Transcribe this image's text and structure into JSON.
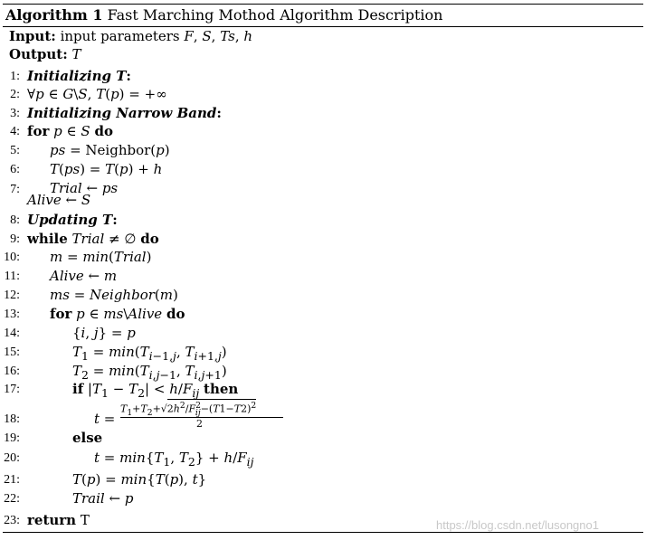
{
  "algorithm": {
    "label": "Algorithm 1",
    "caption": "Fast Marching Mothod Algorithm Description"
  },
  "input_label": "Input:",
  "input_text": "input parameters F, S, Ts, h",
  "output_label": "Output:",
  "output_text": "T",
  "lines": [
    {
      "n": "1:",
      "text": "Initializing T:"
    },
    {
      "n": "2:",
      "text": "∀p ∈ G\\S, T(p) = +∞"
    },
    {
      "n": "3:",
      "text": "Initializing Narrow Band:"
    },
    {
      "n": "4:",
      "text": "for p ∈ S do"
    },
    {
      "n": "5:",
      "text": "ps = Neighbor(p)"
    },
    {
      "n": "6:",
      "text": "T(ps) = T(p) + h"
    },
    {
      "n": "7:",
      "text": "Trial ← ps",
      "text2": "Alive ← S"
    },
    {
      "n": "8:",
      "text": "Updating T:"
    },
    {
      "n": "9:",
      "text": "while Trial ≠ ∅ do"
    },
    {
      "n": "10:",
      "text": "m = min(Trial)"
    },
    {
      "n": "11:",
      "text": "Alive ← m"
    },
    {
      "n": "12:",
      "text": "ms = Neighbor(m)"
    },
    {
      "n": "13:",
      "text": "for p ∈ ms\\Alive do"
    },
    {
      "n": "14:",
      "text": "{i, j} = p"
    },
    {
      "n": "15:",
      "text": "T1 = min(Ti−1,j, Ti+1,j)"
    },
    {
      "n": "16:",
      "text": "T2 = min(Ti,j−1, Ti,j+1)"
    },
    {
      "n": "17:",
      "text": "if |T1 − T2| < h/Fij then"
    },
    {
      "n": "18:",
      "text": "t = (T1+T2+√(2h²/F²ij−(T1−T2)²))/2"
    },
    {
      "n": "19:",
      "text": "else"
    },
    {
      "n": "20:",
      "text": "t = min{T1, T2} + h/Fij"
    },
    {
      "n": "21:",
      "text": "T(p) = min{T(p), t}"
    },
    {
      "n": "22:",
      "text": "Trail ← p"
    },
    {
      "n": "23:",
      "text": "return T"
    }
  ],
  "watermark": "https://blog.csdn.net/lusongno1"
}
